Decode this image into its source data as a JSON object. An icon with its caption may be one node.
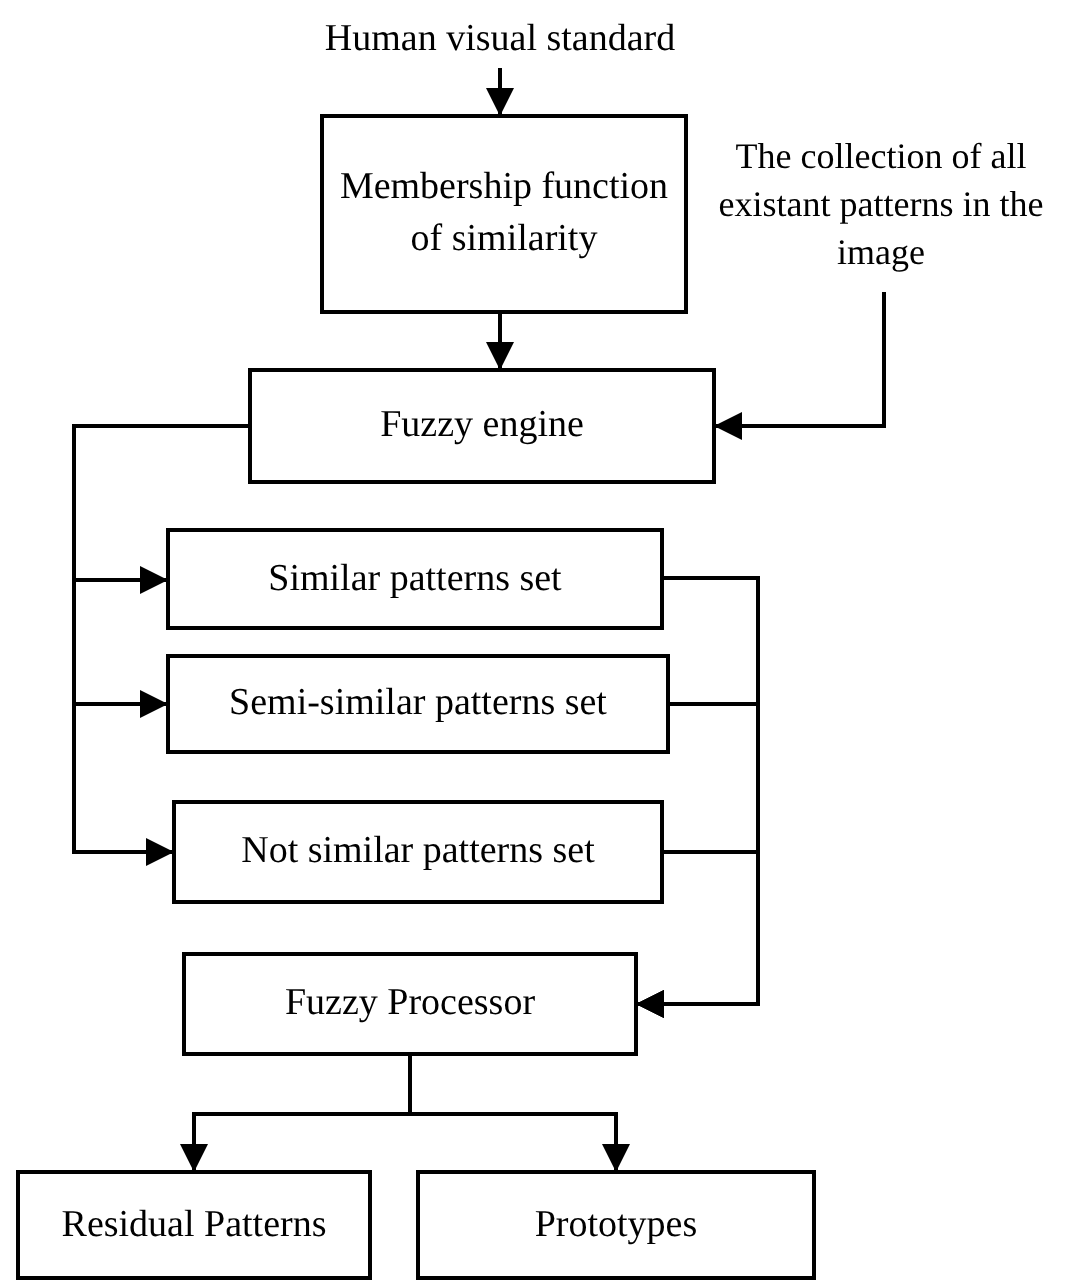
{
  "diagram": {
    "nodes": [
      {
        "text": [
          "Human visual standard"
        ]
      },
      {
        "text": [
          "Membership function of similarity"
        ]
      },
      {
        "text": [
          "The collection of all existant patterns in the image"
        ]
      },
      {
        "text": [
          "Fuzzy engine"
        ]
      },
      {
        "text": [
          "Similar patterns set"
        ]
      },
      {
        "text": [
          "Semi-similar patterns set"
        ]
      },
      {
        "text": [
          "Not similar patterns set"
        ]
      },
      {
        "text": [
          "Fuzzy Processor"
        ]
      },
      {
        "text": [
          "Residual Patterns"
        ]
      },
      {
        "text": [
          "Prototypes"
        ]
      }
    ],
    "edges": [
      {
        "from": 0,
        "to": 1,
        "arrow": "to"
      },
      {
        "from": 1,
        "to": 3,
        "arrow": "to"
      },
      {
        "from": 2,
        "to": 3,
        "arrow": "to"
      },
      {
        "from": 3,
        "to": 4,
        "arrow": "to"
      },
      {
        "from": 3,
        "to": 5,
        "arrow": "to"
      },
      {
        "from": 3,
        "to": 6,
        "arrow": "to"
      },
      {
        "from": 4,
        "to": 7,
        "arrow": "to"
      },
      {
        "from": 5,
        "to": 7,
        "arrow": "to"
      },
      {
        "from": 6,
        "to": 7,
        "arrow": "to"
      },
      {
        "from": 7,
        "to": 8,
        "arrow": "to"
      },
      {
        "from": 7,
        "to": 9,
        "arrow": "to"
      }
    ]
  }
}
